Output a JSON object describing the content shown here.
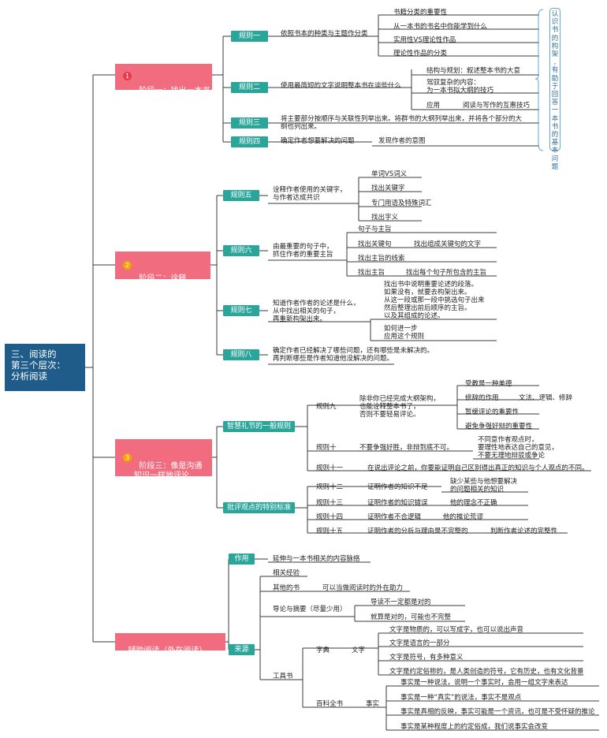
{
  "root": "三、阅读的\n第三个层次：\n分析阅读",
  "stages": {
    "s1_num": "1",
    "s1": "阶段一：找出一本书\n在谈些什么的规则",
    "s2_num": "2",
    "s2": "阶段二：诠释\n一本书的内容规则",
    "s3_num": "3",
    "s3": "阶段三：像是沟通\n知识一样地评论\n一本书的规则",
    "s4": "辅助阅读（外在阅读）"
  },
  "note": "认\n识\n书\n的\n构\n架\n,\n有\n助\n于\n回\n答\n一\n本\n书\n的\n基\n本\n问\n题",
  "rules": {
    "r1": "规则一",
    "r2": "规则二",
    "r3": "规则三",
    "r4": "规则四",
    "r5": "规则五",
    "r6": "规则六",
    "r7": "规则七",
    "r8": "规则八",
    "g1": "智慧礼节的一般规则",
    "g2": "批评观点的特别标准",
    "a1": "作用",
    "a2": "来源"
  },
  "texts": {
    "r1_desc": "依照书本的种类与主题作分类",
    "r1_c1": "书籍分类的重要性",
    "r1_c2": "从一本书的书名中你能学到什么",
    "r1_c3": "实用性VS理论性作品",
    "r1_c4": "理论性作品的分类",
    "r2_desc": "使用最简短的文字说明整本书在谈些什么",
    "r2_c1": "结构与规划：叙述整本书的大意",
    "r2_c2": "驾驭复杂的内容：\n为一本书拟大纲的技巧",
    "r2_c3": "应用",
    "r2_c3b": "阅读与写作的互惠技巧",
    "r3_desc": "将主要部分按顺序与关联性列举出来。将群书的大纲列举出来，并将各个部分的大\n纲也列出来。",
    "r4_desc": "确定作者想要解决的问题",
    "r4_c1": "发现作者的意图",
    "r5_desc": "诠释作者使用的关键字，\n与作者达成共识",
    "r5_c1": "单词VS词义",
    "r5_c2": "找出关键字",
    "r5_c3": "专门用语及特殊词汇",
    "r5_c4": "找出字义",
    "r6_desc": "由最重要的句子中，\n抓住作者的重要主旨",
    "r6_c1": "句子与主旨",
    "r6_c2": "找出关键句",
    "r6_c2b": "找出组成关键句的文字",
    "r6_c3": "找出主旨的线索",
    "r6_c4": "找出主旨",
    "r6_c4b": "找出每个句子所包含的主旨",
    "r7_desc": "知道作者作者的论述是什么，\n从中找出相关的句子，\n再重新构架出来。",
    "r7_c1": "找出书中说明重要论述的段落。\n如果没有，就要去构架出来。\n从这一段或那一段中挑选句子出来\n然后整理出前后顺序的主旨。\n以及其组成的论述。",
    "r7_c2": "如何进一步\n应用这个规则",
    "r8_desc": "确定作者已经解决了哪些问题，还有哪些是未解决的。\n再判断哪些是作者知道他没解决的问题。",
    "r9": "规则九",
    "r9_desc": "除非你已经完成大纲架构，\n也能诠释整本书了，\n否则不要轻易评论。",
    "r9_c1": "受教是一种美德",
    "r9_c2": "修辞的作用",
    "r9_c2b": "文法、逻辑、修辞",
    "r9_c3": "暂缓评论的重要性",
    "r9_c4": "避免争强好辩的重要性",
    "r10": "规则十",
    "r10_desc": "不要争强好胜，非辩到底不可。",
    "r10_c1": "不同意作者观点时，\n要理性地表达自己的意见，\n不要无理地辩驳或争论",
    "r11": "规则十一",
    "r11_desc": "在说出评论之前，你要能证明自己区别得出真正的知识与个人观点的不同。",
    "r12": "规则十二",
    "r12_desc": "证明作者的知识不足",
    "r12_c1": "缺少某些与他想要解决\n的问题相关的知识",
    "r13": "规则十三",
    "r13_desc": "证明作者的知识错误",
    "r13_c1": "他的理念不正确",
    "r14": "规则十四",
    "r14_desc": "证明作者不合逻辑",
    "r14_c1": "他的推论荒谬",
    "r15": "规则十五",
    "r15_desc": "证明作者的分析与理由是不完整的",
    "r15_c1": "判断作者论述的完整性",
    "a1_desc": "延伸与一本书相关的内容脉络",
    "src1": "相关经验",
    "src2": "其他的书",
    "src2b": "可以当做阅读时的外在助力",
    "src3": "导论与摘要（尽量少用）",
    "src3_c1": "导读不一定都是对的",
    "src3_c2": "就算是对的，可能也不完整",
    "src4": "工具书",
    "dict": "字典",
    "dict_w": "文字",
    "w1": "文字是物质的，可以写成字，也可以说出声音",
    "w2": "文字是语言的一部分",
    "w3": "文字是符号，有多种意义",
    "w4": "文字是约定俗称的，是人类创造的符号，它有历史，也有文化背景",
    "ency": "百科全书",
    "ency_f": "事实",
    "f1": "事实是一种说法，说明一个事实时，会用一组文字来表达",
    "f2": "事实是一种“真实”的说法，事实不是观点",
    "f3": "事实是真相的反映，事实可能是一个资讯，也可是不受怀疑的推论",
    "f4": "事实是某种程度上的约定俗成，我们说事实会改变"
  },
  "colors": {
    "root": "#1f5c8a",
    "stage": "#f06c7e",
    "rule": "#2aa59a",
    "line": "#3a3a3a",
    "note_border": "#6aa6cf",
    "num1": "#e8394d",
    "num2": "#f4a300",
    "num3": "#f4a300"
  }
}
